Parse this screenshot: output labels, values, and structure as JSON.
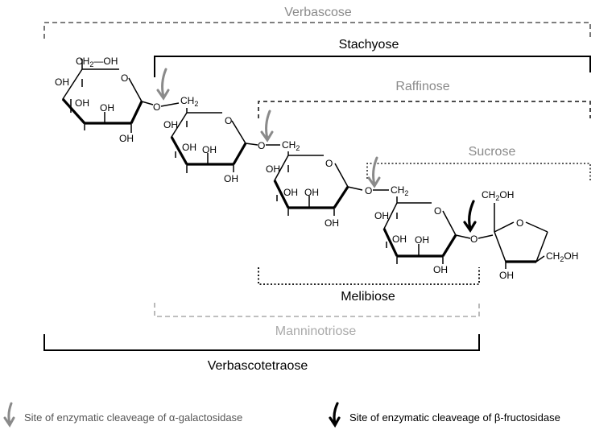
{
  "labels": {
    "verbascose": "Verbascose",
    "stachyose": "Stachyose",
    "raffinose": "Raffinose",
    "sucrose": "Sucrose",
    "melibiose": "Melibiose",
    "manninotriose": "Manninotriose",
    "verbascotetraose": "Verbascotetraose"
  },
  "legend": {
    "alpha_galactosidase": "Site of enzymatic cleaveage of α-galactosidase",
    "beta_fructosidase": "Site of enzymatic cleaveage of β-fructosidase"
  },
  "chemistry": {
    "hydroxyl": "OH",
    "ring_oxygen": "O",
    "linkage_oxygen": "O",
    "ch2": "CH",
    "ch2_sub": "2",
    "ch2oh_prefix": "CH",
    "ch2oh_sub": "2",
    "ch2oh_suffix": "OH",
    "ch2_oh_bond": "—OH"
  },
  "colors": {
    "alpha_arrow": "#8a8a8a",
    "beta_arrow": "#000000",
    "verbascose_bracket": "#555555",
    "raffinose_bracket": "#333333",
    "manninotriose_bracket": "#a9a9a9"
  }
}
